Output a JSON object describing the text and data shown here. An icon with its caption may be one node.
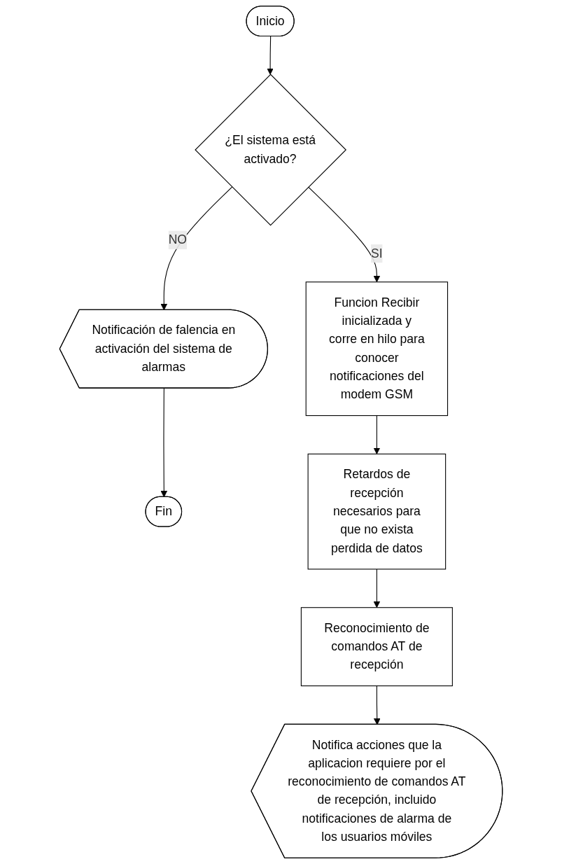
{
  "diagram": {
    "nodes": [
      {
        "text": [
          "Inicio"
        ]
      },
      {
        "text": [
          "¿El sistema está activado?"
        ]
      },
      {
        "text": [
          "Notificación de falencia en activación del sistema de alarmas"
        ]
      },
      {
        "text": [
          "Fin"
        ]
      },
      {
        "text": [
          "Funcion Recibir inicializada y corre en hilo para conocer notificaciones del modem GSM"
        ]
      },
      {
        "text": [
          "Retardos de recepción necesarios para que no exista perdida de datos"
        ]
      },
      {
        "text": [
          "Reconocimiento de comandos AT de recepción"
        ]
      },
      {
        "text": [
          "Notifica acciones que la aplicacion requiere por el reconocimiento de comandos AT de recepción, incluido notificaciones de alarma de los usuarios móviles"
        ]
      }
    ],
    "edges": [
      {
        "from": 0,
        "to": 1,
        "arrow": "to"
      },
      {
        "from": 1,
        "to": 2,
        "label": "NO",
        "arrow": "to"
      },
      {
        "from": 2,
        "to": 3,
        "arrow": "to"
      },
      {
        "from": 1,
        "to": 4,
        "label": "SI",
        "arrow": "to"
      },
      {
        "from": 4,
        "to": 5,
        "arrow": "to"
      },
      {
        "from": 5,
        "to": 6,
        "arrow": "to"
      },
      {
        "from": 6,
        "to": 7,
        "arrow": "to"
      }
    ]
  }
}
